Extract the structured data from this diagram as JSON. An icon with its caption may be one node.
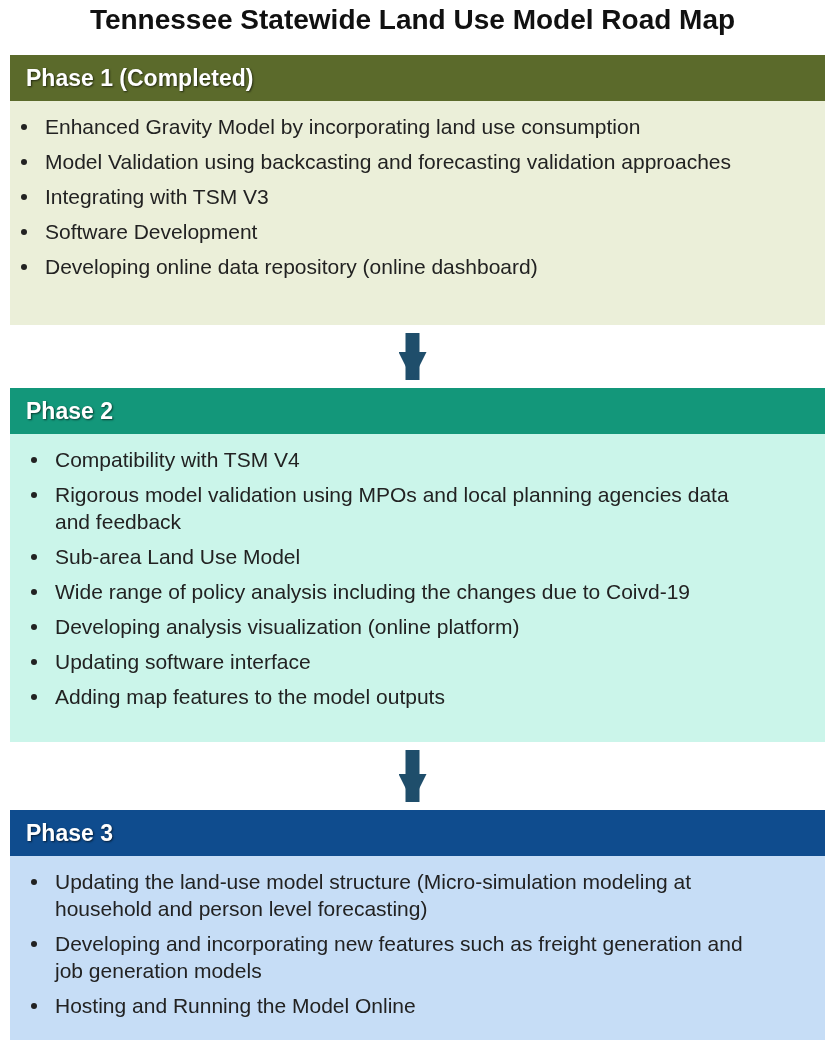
{
  "diagram": {
    "title": "Tennessee Statewide Land Use Model Road Map",
    "nodes": [
      {
        "text": [
          "Phase 1 (Completed)",
          "Enhanced Gravity Model by incorporating land use consumption",
          "Model Validation using backcasting and forecasting validation approaches",
          "Integrating with TSM V3",
          "Software Development",
          "Developing online data repository (online dashboard)"
        ]
      },
      {
        "text": [
          "Phase 2",
          "Compatibility with TSM V4",
          "Rigorous model validation using MPOs and local planning agencies data and feedback",
          "Sub-area Land Use Model",
          "Wide range of policy analysis including the changes due to Coivd-19",
          "Developing analysis visualization (online platform)",
          "Updating software interface",
          "Adding map features to the model outputs"
        ]
      },
      {
        "text": [
          "Phase 3",
          "Updating the land-use model structure (Micro-simulation modeling at household and person level forecasting)",
          "Developing and incorporating new features such as freight generation and job generation models",
          "Hosting and Running the Model Online"
        ]
      }
    ],
    "edges": [
      {
        "from": 0,
        "to": 1,
        "arrow": "to"
      },
      {
        "from": 1,
        "to": 2,
        "arrow": "to"
      }
    ]
  }
}
